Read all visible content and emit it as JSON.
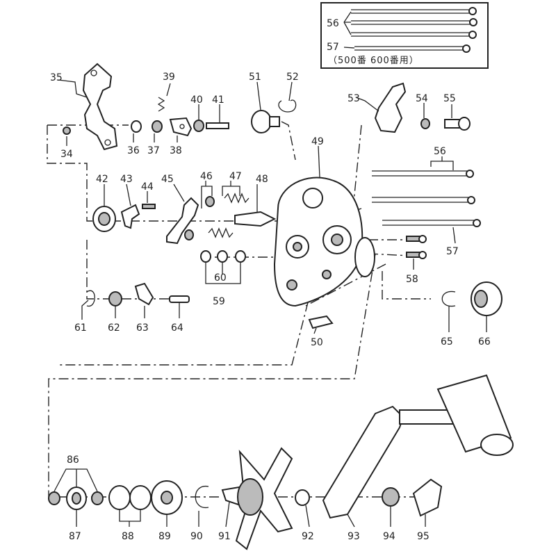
{
  "inset": {
    "note": "（500番 600番用）"
  },
  "labels": [
    "34",
    "35",
    "36",
    "37",
    "38",
    "39",
    "40",
    "41",
    "42",
    "43",
    "44",
    "45",
    "46",
    "47",
    "48",
    "49",
    "50",
    "51",
    "52",
    "53",
    "54",
    "55",
    "56",
    "56",
    "57",
    "57",
    "58",
    "59",
    "60",
    "61",
    "62",
    "63",
    "64",
    "65",
    "66",
    "86",
    "87",
    "88",
    "89",
    "90",
    "91",
    "92",
    "93",
    "94",
    "95"
  ],
  "colors": {
    "ink": "#222222",
    "background": "#ffffff"
  }
}
